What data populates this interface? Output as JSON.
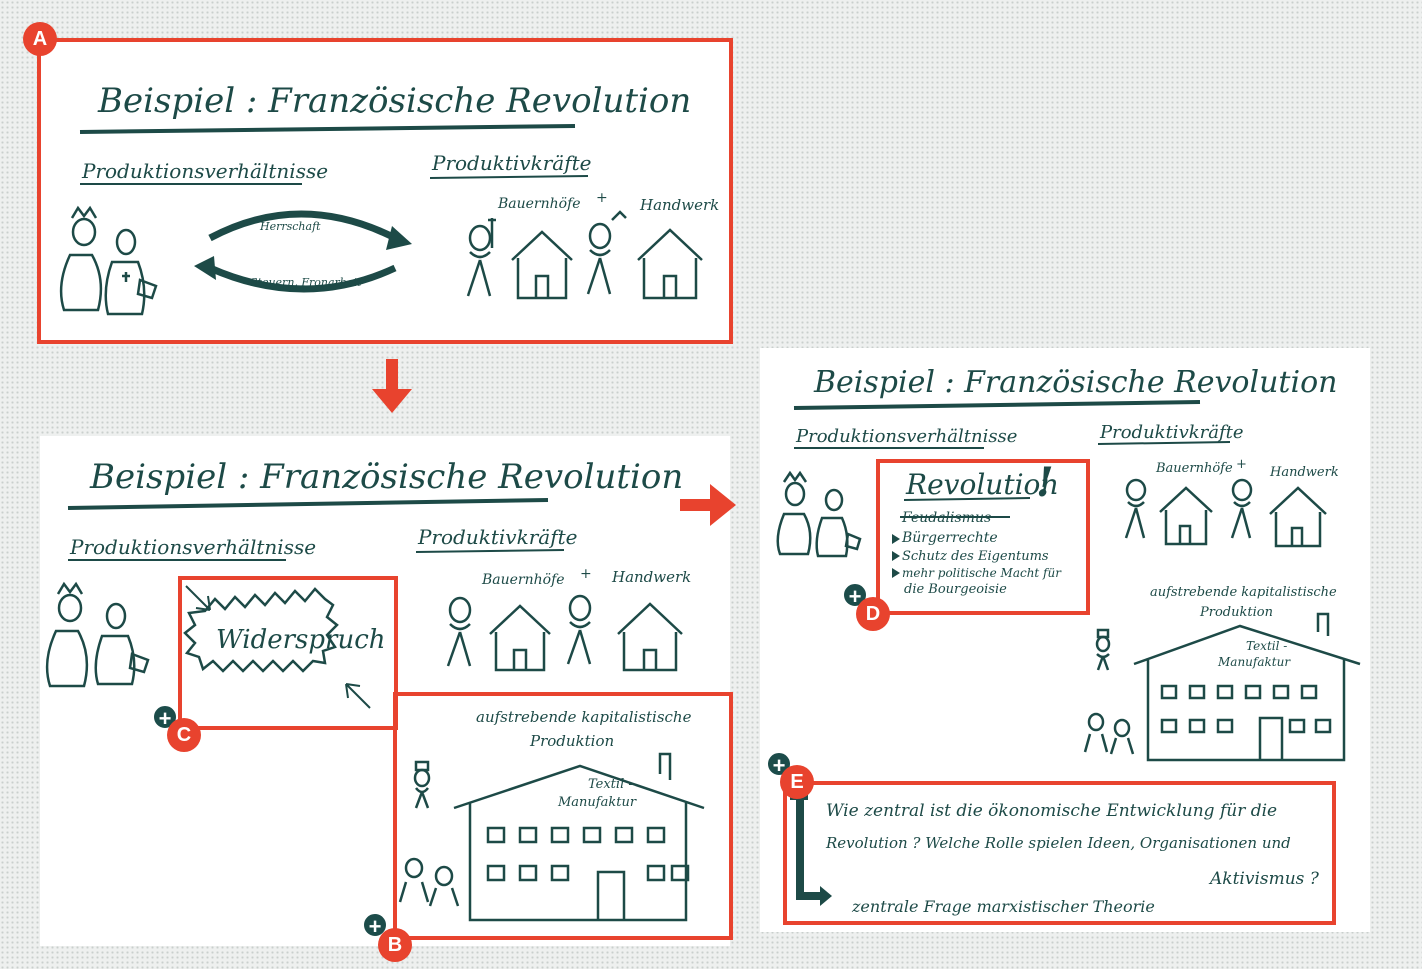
{
  "panel_a": {
    "title": "Beispiel : Französische Revolution",
    "left_heading": "Produktionsverhältnisse",
    "right_heading": "Produktivkräfte",
    "arrow_top_label": "Herrschaft",
    "arrow_bottom_label": "Steuern, Fronarbeit",
    "farm_label": "Bauernhöfe",
    "plus_sign": "+",
    "craft_label": "Handwerk"
  },
  "panel_bc": {
    "title": "Beispiel : Französische Revolution",
    "left_heading": "Produktionsverhältnisse",
    "right_heading": "Produktivkräfte",
    "farm_label": "Bauernhöfe",
    "plus_sign": "+",
    "craft_label": "Handwerk",
    "contradiction": "Widerspruch",
    "rising_line1": "aufstrebende kapitalistische",
    "rising_line2": "Produktion",
    "factory_line1": "Textil -",
    "factory_line2": "Manufaktur"
  },
  "panel_de": {
    "title": "Beispiel : Französische Revolution",
    "left_heading": "Produktionsverhältnisse",
    "right_heading": "Produktivkräfte",
    "farm_label": "Bauernhöfe",
    "plus_sign": "+",
    "craft_label": "Handwerk",
    "revolution": "Revolution",
    "exclaim": "!",
    "struck": "Feudalismus",
    "bullets": [
      "Bürgerrechte",
      "Schutz des Eigentums",
      "mehr politische Macht für",
      "die Bourgeoisie"
    ],
    "rising_line1": "aufstrebende kapitalistische",
    "rising_line2": "Produktion",
    "factory_line1": "Textil -",
    "factory_line2": "Manufaktur",
    "question_line1": "Wie zentral ist die ökonomische Entwicklung für die",
    "question_line2": "Revolution ?  Welche Rolle spielen Ideen, Organisationen und",
    "question_line3": "Aktivismus ?",
    "answer": "zentrale Frage marxistischer Theorie"
  },
  "badges": {
    "a": "A",
    "b": "B",
    "c": "C",
    "d": "D",
    "e": "E",
    "plus": "+"
  },
  "colors": {
    "accent": "#e8432e",
    "ink": "#1d4a47",
    "badge_plus": "#1c4c4a"
  }
}
